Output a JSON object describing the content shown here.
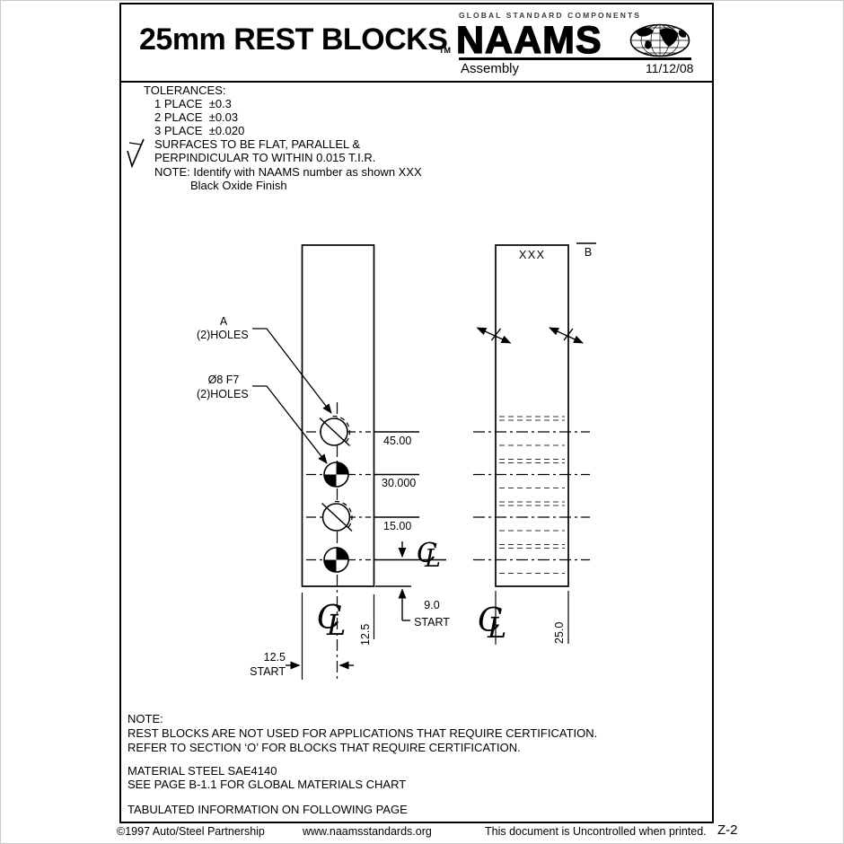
{
  "header": {
    "title": "25mm REST BLOCKS",
    "tagline": "GLOBAL STANDARD COMPONENTS",
    "tm": "TM",
    "brand": "NAAMS",
    "subtitle": "Assembly",
    "date": "11/12/08",
    "globe_icon": "globe-world-logo"
  },
  "tolerances": {
    "heading": "TOLERANCES:",
    "place1": "1 PLACE  ±0.3",
    "place2": "2 PLACE  ±0.03",
    "place3": "3 PLACE  ±0.020",
    "surface1": "SURFACES TO BE FLAT, PARALLEL &",
    "surface2": "PERPINDICULAR TO WITHIN 0.015 T.I.R.",
    "note1": "NOTE: Identify with NAAMS number as shown XXX",
    "note2": "Black Oxide Finish",
    "surface_symbol": "surface-finish-check"
  },
  "drawing": {
    "front_view": {
      "leader_a": {
        "line1": "A",
        "line2": "(2)HOLES"
      },
      "leader_hole": {
        "line1": "Ø8 F7",
        "line2": "(2)HOLES"
      },
      "dims": {
        "d45": "45.00",
        "d30": "30.000",
        "d15": "15.00",
        "d9": "9.0",
        "d9_label": "START",
        "d12_5_height": "12.5",
        "d12_5": "12.5",
        "d12_5_label": "START"
      }
    },
    "side_view": {
      "part_mark": "XXX",
      "datum": "B",
      "dims": {
        "d25": "25.0"
      }
    },
    "symbols": {
      "cl_c": "C",
      "cl_l": "L"
    }
  },
  "notes": {
    "heading": "NOTE:",
    "line1": "REST BLOCKS ARE NOT USED FOR APPLICATIONS THAT REQUIRE CERTIFICATION.",
    "line2": "REFER TO SECTION ‘O’ FOR BLOCKS THAT REQUIRE CERTIFICATION.",
    "material1": "MATERIAL STEEL SAE4140",
    "material2": "SEE PAGE B-1.1 FOR GLOBAL MATERIALS CHART",
    "tabulated": "TABULATED INFORMATION ON FOLLOWING PAGE"
  },
  "footer": {
    "copyright": "©1997 Auto/Steel Partnership",
    "website": "www.naamsstandards.org",
    "disclaimer": "This document is Uncontrolled when printed.",
    "page_code": "Z-2"
  }
}
